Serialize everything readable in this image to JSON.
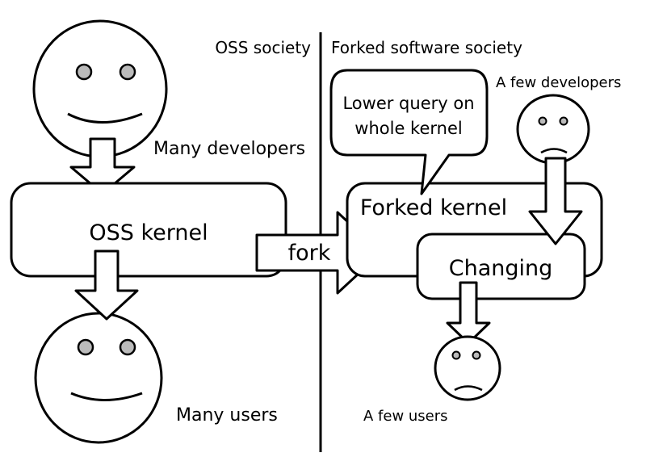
{
  "left_society": {
    "title": "OSS society",
    "developers_label": "Many developers",
    "kernel_label": "OSS kernel",
    "users_label": "Many users"
  },
  "fork_label": "fork",
  "right_society": {
    "title": "Forked software society",
    "developers_label": "A few developers",
    "bubble_line1": "Lower query on",
    "bubble_line2": "whole kernel",
    "kernel_label": "Forked kernel",
    "changing_label": "Changing",
    "users_label": "A few users"
  }
}
